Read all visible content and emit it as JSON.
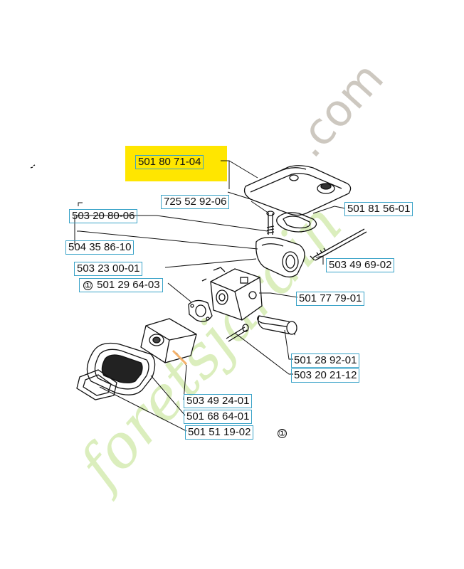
{
  "watermark": {
    "prefix": "foretsjardin",
    "suffix": ".com"
  },
  "parts": [
    {
      "number": "501 80 71-04",
      "highlighted": true
    },
    {
      "number": "725 52 92-06"
    },
    {
      "number": "501 81 56-01"
    },
    {
      "number": "503 20 80-06"
    },
    {
      "number": "504 35 86-10"
    },
    {
      "number": "503 49 69-02"
    },
    {
      "number": "503 23 00-01"
    },
    {
      "number": "501 29 64-03",
      "note_marker": "①"
    },
    {
      "number": "501 77 79-01"
    },
    {
      "number": "501 28 92-01"
    },
    {
      "number": "503 20 21-12"
    },
    {
      "number": "503 49 24-01"
    },
    {
      "number": "501 68 64-01"
    },
    {
      "number": "501 51 19-02",
      "note_marker": "①"
    }
  ],
  "colors": {
    "highlight": "#ffe600",
    "label_border": "#3aa3c8",
    "watermark_green": "#c9e6a0",
    "watermark_orange": "#f5b26b",
    "watermark_gray": "#b8b0a0"
  }
}
